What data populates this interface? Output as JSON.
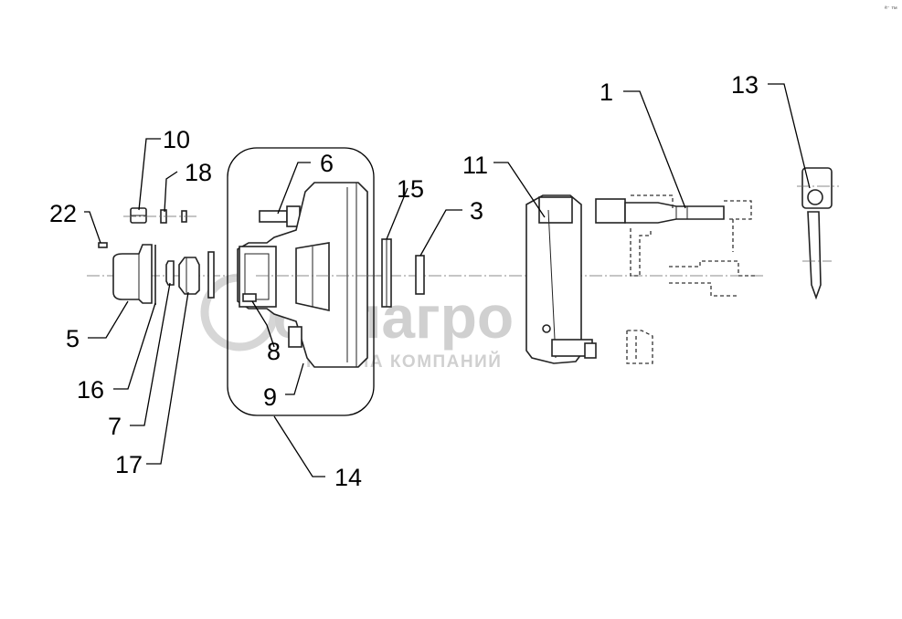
{
  "corner_mark": "ª¨ ™",
  "watermark": {
    "brand": "белагро",
    "subtitle": "ГРУППА КОМПАНИЙ"
  },
  "callouts": {
    "c1": "1",
    "c3": "3",
    "c5": "5",
    "c6": "6",
    "c7": "7",
    "c8": "8",
    "c9": "9",
    "c10": "10",
    "c11": "11",
    "c13": "13",
    "c14": "14",
    "c15": "15",
    "c16": "16",
    "c17": "17",
    "c18": "18",
    "c22": "22"
  },
  "colors": {
    "line": "#000000",
    "watermark": "#c8c8c8"
  }
}
